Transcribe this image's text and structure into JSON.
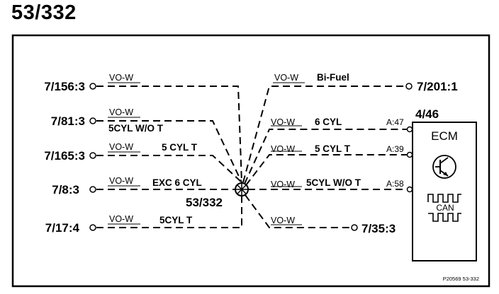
{
  "diagram": {
    "title": "53/332",
    "splice": "53/332",
    "ecm": {
      "connector": "4/46",
      "label": "ECM",
      "can_label": "CAN"
    },
    "footer": "P20569  53-332",
    "left_connections": [
      {
        "terminal": "7/156:3",
        "wire": "VO-W",
        "tag": ""
      },
      {
        "terminal": "7/81:3",
        "wire": "VO-W",
        "tag": "5CYL W/O T"
      },
      {
        "terminal": "7/165:3",
        "wire": "VO-W",
        "tag": "5 CYL T"
      },
      {
        "terminal": "7/8:3",
        "wire": "VO-W",
        "tag": "EXC 6 CYL"
      },
      {
        "terminal": "7/17:4",
        "wire": "VO-W",
        "tag": "5CYL T"
      }
    ],
    "right_connections": [
      {
        "terminal": "7/201:1",
        "wire": "VO-W",
        "tag": "Bi-Fuel",
        "pin": ""
      },
      {
        "terminal": "",
        "wire": "VO-W",
        "tag": "6 CYL",
        "pin": "A:47"
      },
      {
        "terminal": "",
        "wire": "VO-W",
        "tag": "5 CYL T",
        "pin": "A:39"
      },
      {
        "terminal": "",
        "wire": "VO-W",
        "tag": "5CYL W/O T",
        "pin": "A:58"
      },
      {
        "terminal": "7/35:3",
        "wire": "VO-W",
        "tag": "",
        "pin": ""
      }
    ]
  }
}
